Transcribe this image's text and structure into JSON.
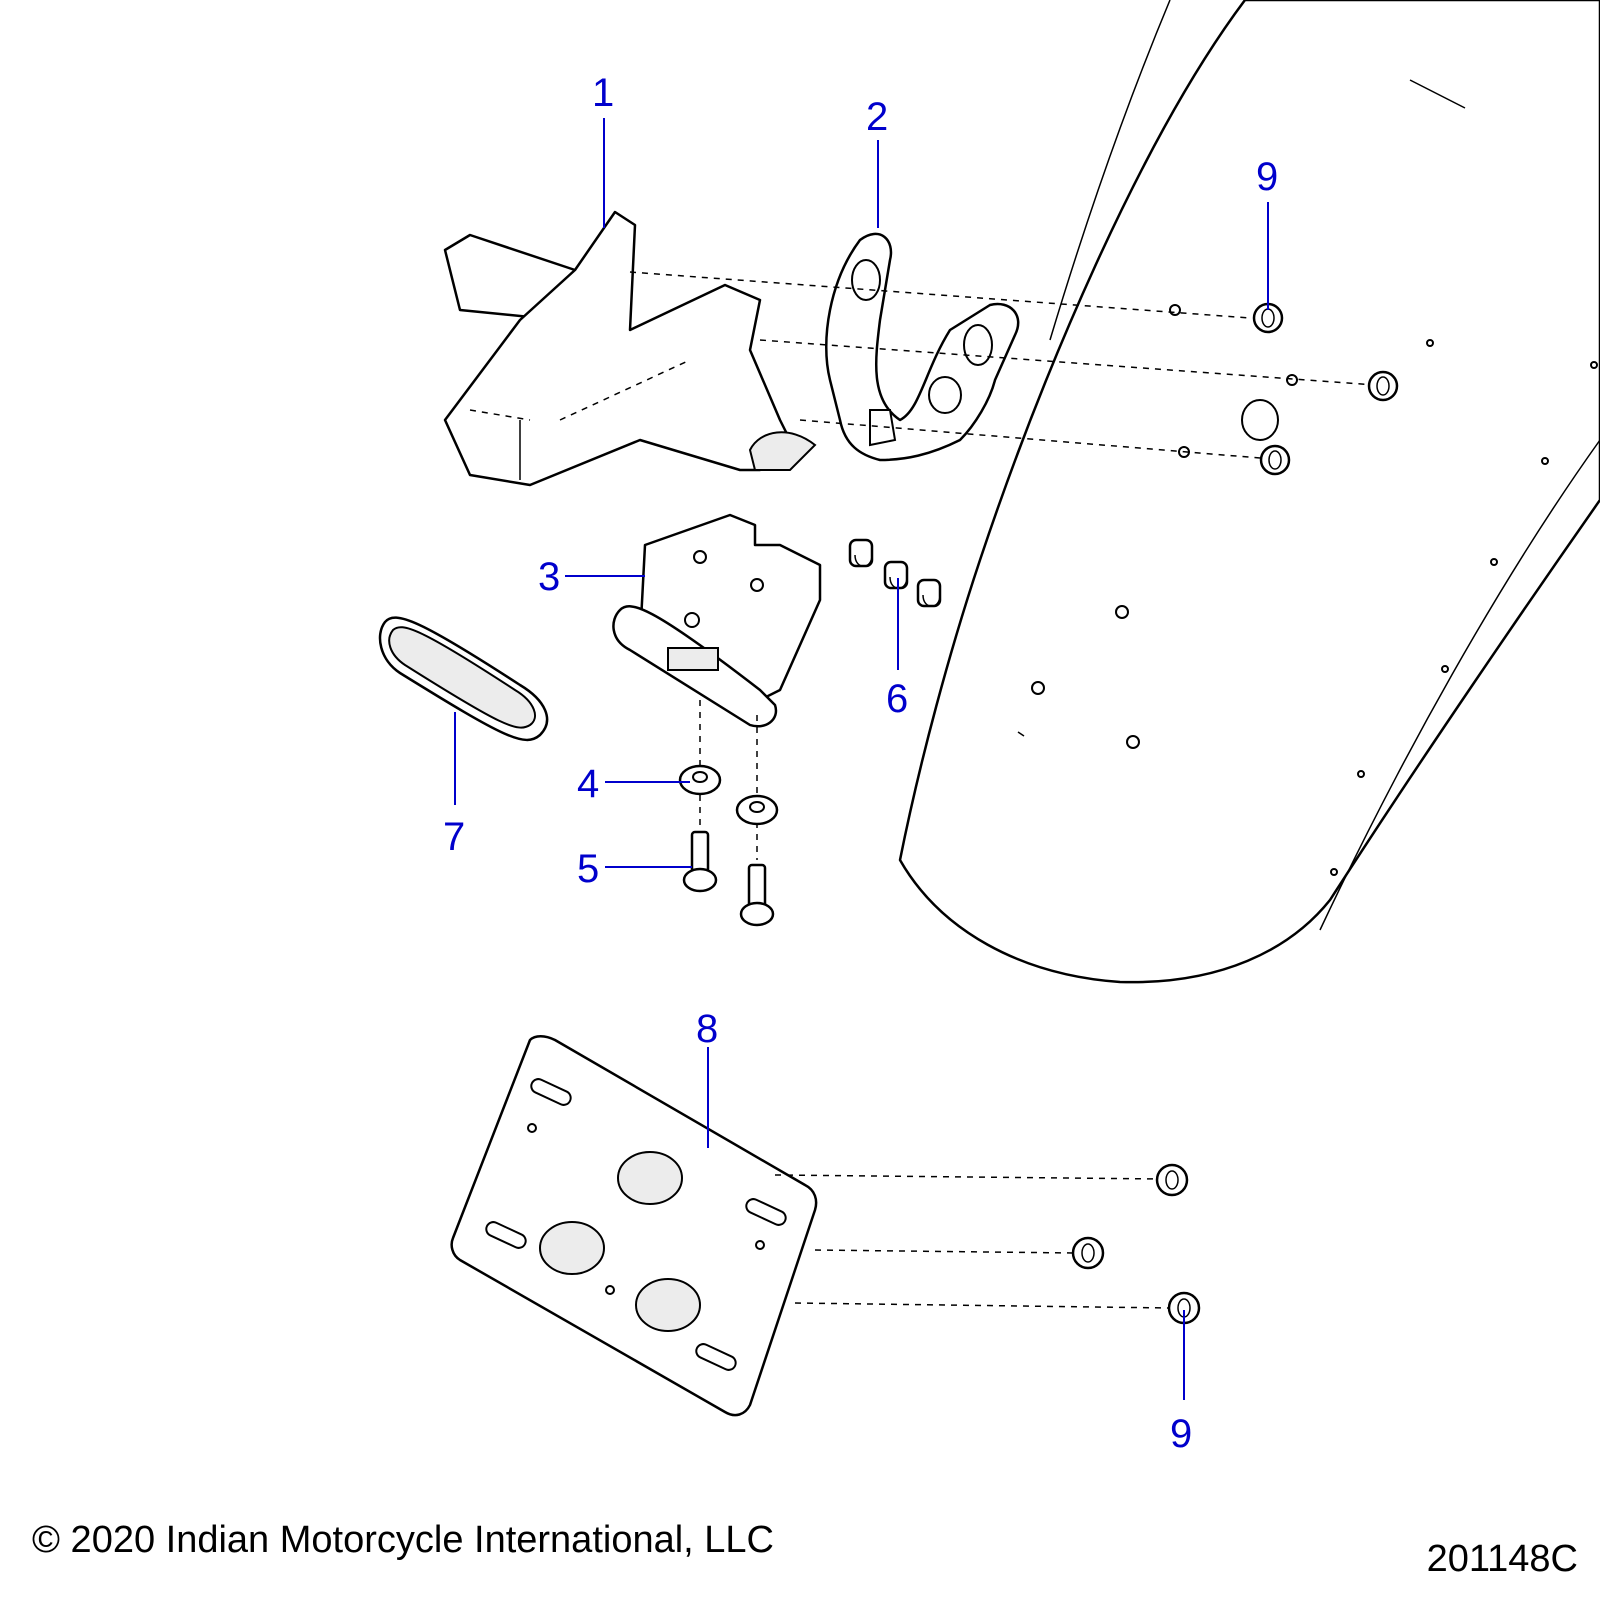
{
  "diagram": {
    "callouts": [
      {
        "id": "1",
        "label": "1"
      },
      {
        "id": "2",
        "label": "2"
      },
      {
        "id": "3",
        "label": "3"
      },
      {
        "id": "4",
        "label": "4"
      },
      {
        "id": "5",
        "label": "5"
      },
      {
        "id": "6",
        "label": "6"
      },
      {
        "id": "7",
        "label": "7"
      },
      {
        "id": "8",
        "label": "8"
      },
      {
        "id": "9a",
        "label": "9"
      },
      {
        "id": "9b",
        "label": "9"
      }
    ],
    "parts": [
      "fender",
      "bracket-cover",
      "mount-bracket",
      "light-housing",
      "washer",
      "screw",
      "clip",
      "lens",
      "license-plate-bracket",
      "rivet"
    ],
    "colors": {
      "callout": "#0000cc",
      "line": "#000000",
      "background": "#ffffff"
    }
  },
  "footer": {
    "copyright": "© 2020 Indian Motorcycle International, LLC",
    "diagram_id": "201148C"
  }
}
